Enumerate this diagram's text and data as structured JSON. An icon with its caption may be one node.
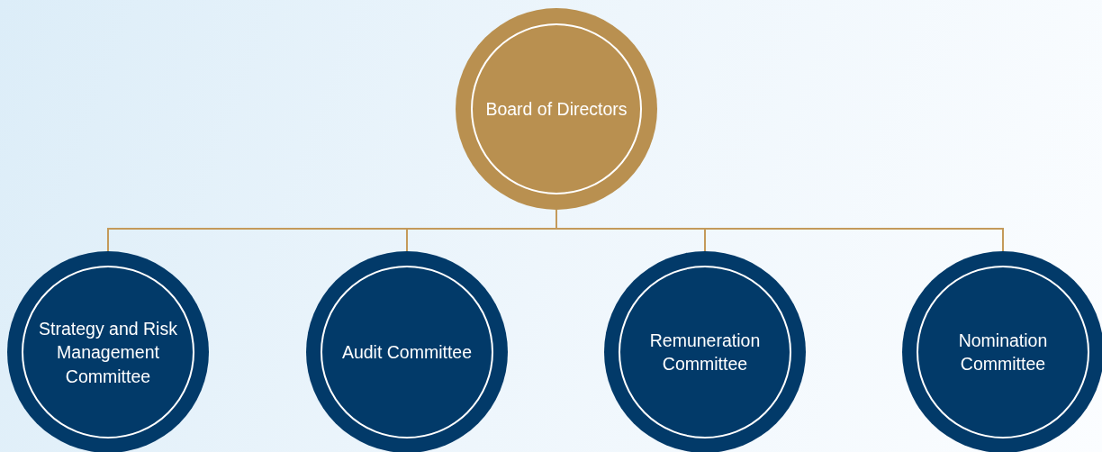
{
  "diagram": {
    "nodes": [
      {
        "text": [
          "Board of Directors"
        ]
      },
      {
        "text": [
          "Strategy and Risk Management Committee"
        ]
      },
      {
        "text": [
          "Audit Committee"
        ]
      },
      {
        "text": [
          "Remuneration Committee"
        ]
      },
      {
        "text": [
          "Nomination Committee"
        ]
      }
    ],
    "edges": [
      {
        "from": 0,
        "to": 1,
        "arrow": "none"
      },
      {
        "from": 0,
        "to": 2,
        "arrow": "none"
      },
      {
        "from": 0,
        "to": 3,
        "arrow": "none"
      },
      {
        "from": 0,
        "to": 4,
        "arrow": "none"
      }
    ]
  }
}
